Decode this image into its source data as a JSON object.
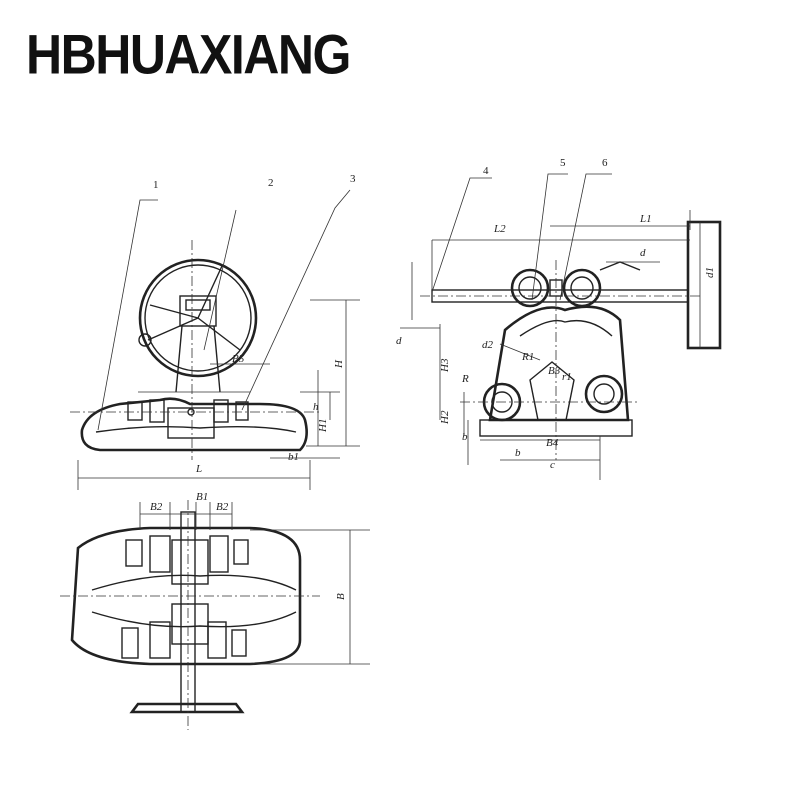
{
  "brand": {
    "name": "HBHUAXIANG"
  },
  "colors": {
    "ink": "#222222",
    "background": "#ffffff"
  },
  "callouts": [
    "1",
    "2",
    "3",
    "4",
    "5",
    "6"
  ],
  "front_view": {
    "labels": {
      "B5": "B5",
      "H": "H",
      "h": "h",
      "H1": "H1",
      "L": "L",
      "b1": "b1"
    }
  },
  "side_view": {
    "labels": {
      "L2": "L2",
      "L1": "L1",
      "d": "d",
      "d_left": "d",
      "d1": "d1",
      "d2": "d2",
      "R1": "R1",
      "H3": "H3",
      "B3": "B3",
      "r1": "r1",
      "R": "R",
      "H2": "H2",
      "b": "b",
      "b_lower": "b",
      "B4": "B4",
      "c": "c"
    }
  },
  "top_view": {
    "labels": {
      "B2_left": "B2",
      "B1": "B1",
      "B2_right": "B2",
      "B": "B"
    }
  }
}
